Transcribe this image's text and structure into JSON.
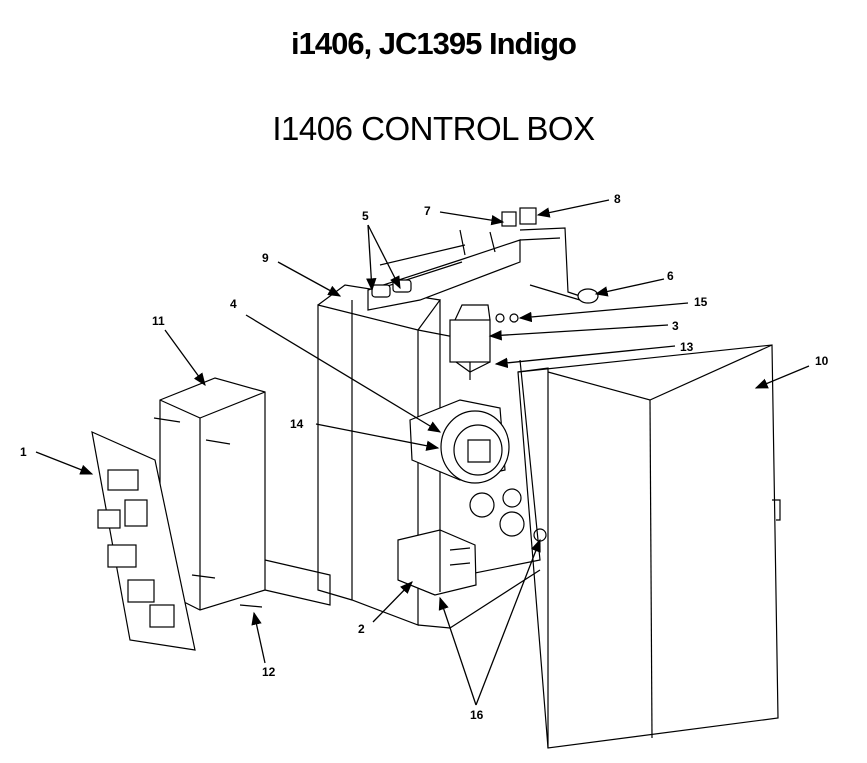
{
  "header": {
    "title": "i1406, JC1395 Indigo",
    "subtitle": "I1406 CONTROL BOX"
  },
  "callouts": [
    {
      "id": "1",
      "label": "1"
    },
    {
      "id": "2",
      "label": "2"
    },
    {
      "id": "3",
      "label": "3"
    },
    {
      "id": "4",
      "label": "4"
    },
    {
      "id": "5",
      "label": "5"
    },
    {
      "id": "6",
      "label": "6"
    },
    {
      "id": "7",
      "label": "7"
    },
    {
      "id": "8",
      "label": "8"
    },
    {
      "id": "9",
      "label": "9"
    },
    {
      "id": "10",
      "label": "10"
    },
    {
      "id": "11",
      "label": "11"
    },
    {
      "id": "12",
      "label": "12"
    },
    {
      "id": "13",
      "label": "13"
    },
    {
      "id": "14",
      "label": "14"
    },
    {
      "id": "15",
      "label": "15"
    },
    {
      "id": "16",
      "label": "16"
    }
  ]
}
